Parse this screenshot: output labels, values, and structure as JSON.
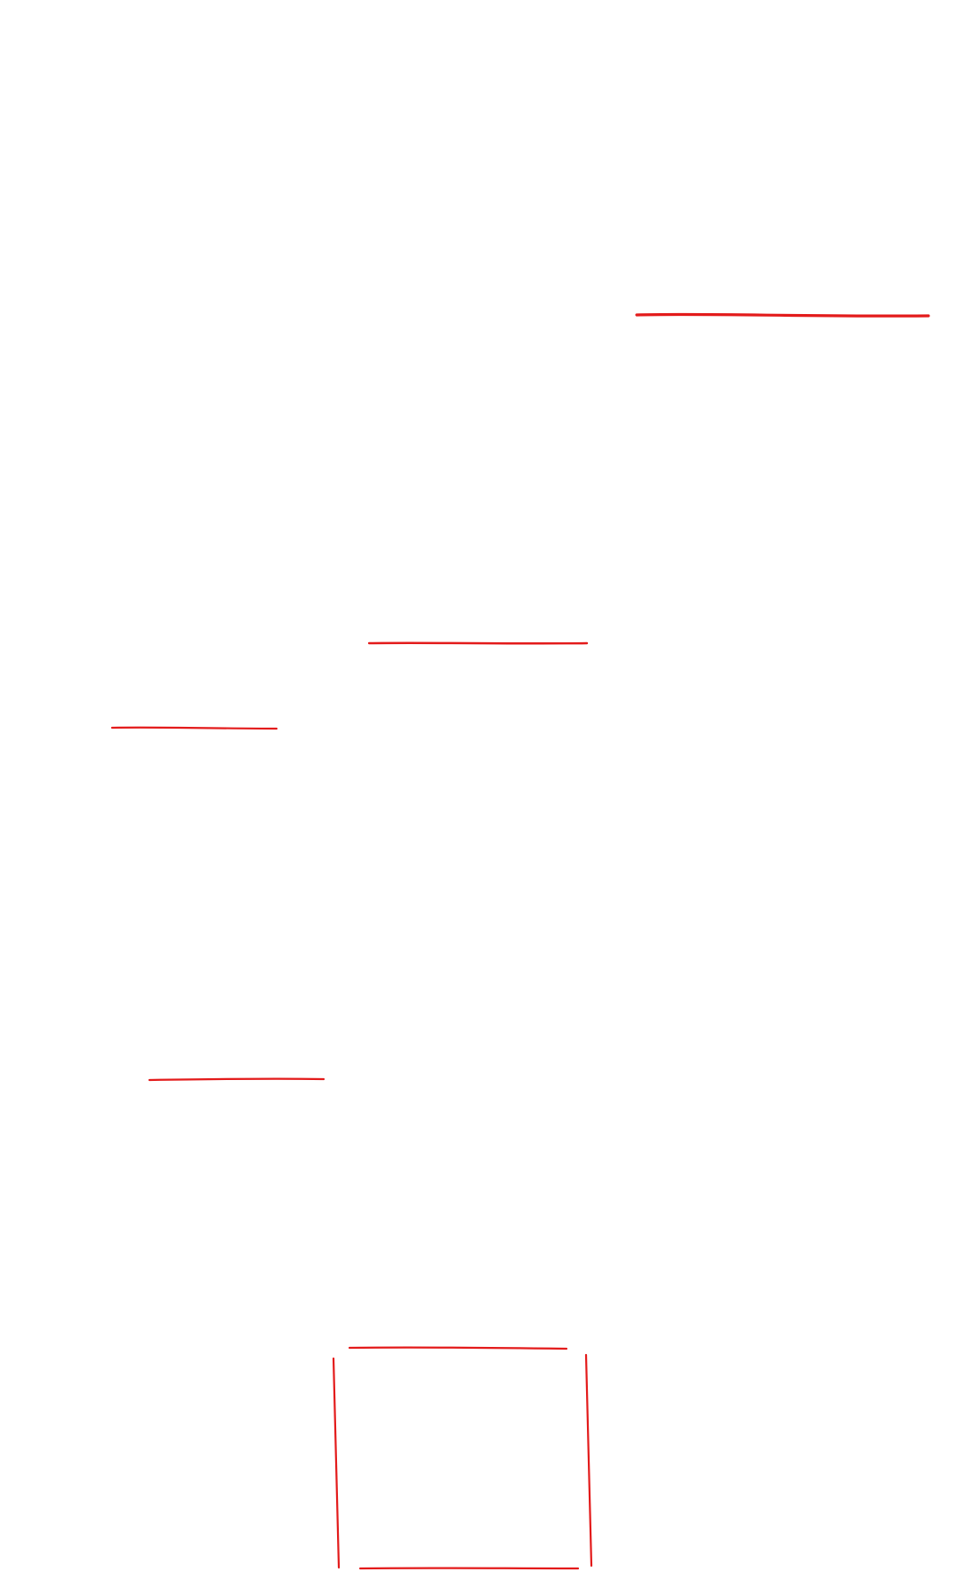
{
  "drawing": {
    "background_color": "#ffffff",
    "ink_color": "#e31b1b",
    "strokes": [
      {
        "id": "underline-1",
        "kind": "horizontal-line"
      },
      {
        "id": "underline-2",
        "kind": "horizontal-line"
      },
      {
        "id": "underline-3",
        "kind": "horizontal-line"
      },
      {
        "id": "underline-4",
        "kind": "horizontal-line"
      },
      {
        "id": "box-top",
        "kind": "box-edge"
      },
      {
        "id": "box-left",
        "kind": "box-edge"
      },
      {
        "id": "box-right",
        "kind": "box-edge"
      },
      {
        "id": "box-bottom",
        "kind": "box-edge"
      }
    ]
  }
}
